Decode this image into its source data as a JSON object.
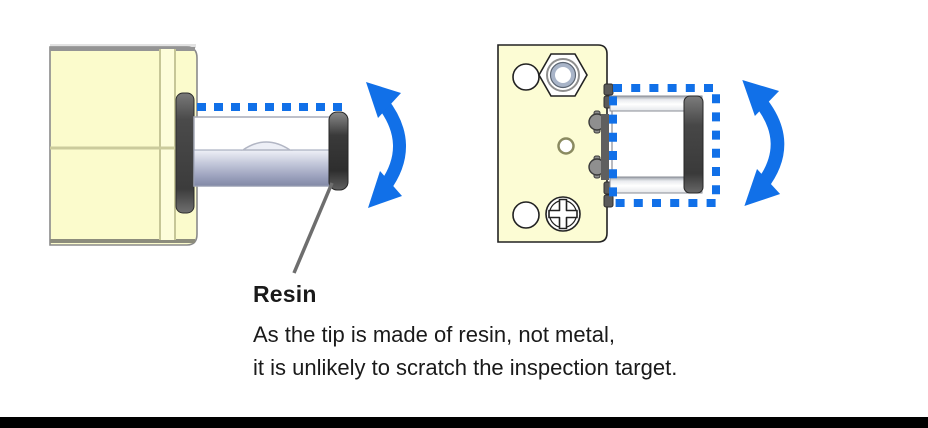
{
  "figure": {
    "kind": "technical-illustration",
    "subject": "sensor probe resin tip swing range",
    "callout": {
      "title": "Resin",
      "line1": "As the tip is made of resin, not metal,",
      "line2": "it is unlikely to scratch the inspection target."
    },
    "views": {
      "left": {
        "name": "probe-tip-close-up",
        "annotations": [
          "swing-limit-dashed-line",
          "rotation-arrow",
          "leader-line-to-resin-label"
        ]
      },
      "right": {
        "name": "bracket-mounted-side-view",
        "annotations": [
          "swing-range-dashed-outline",
          "rotation-arrow"
        ]
      }
    },
    "colors": {
      "accent_blue": "#1170E8",
      "body_yellow": "#FBFBCC",
      "edge_olive": "#C6C697",
      "tip_dark_gray": "#3D3D3D",
      "shaft_lavender": "#9FA5C0",
      "leader_gray": "#6E6E6E",
      "outline_black": "#222222",
      "text": "#1A1A1A",
      "bottom_bar": "#000000",
      "background": "#FFFFFF"
    }
  }
}
